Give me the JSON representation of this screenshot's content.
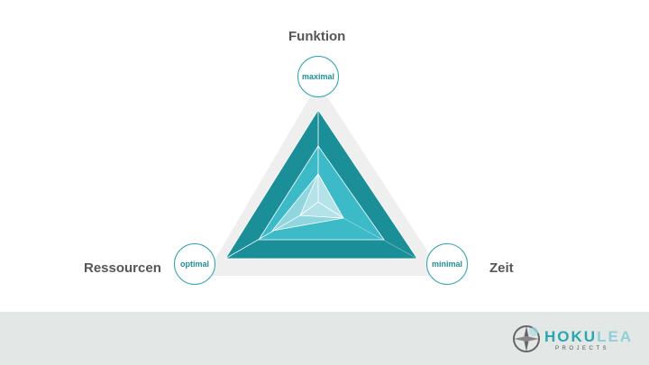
{
  "axes": {
    "top": "Funktion",
    "left": "Ressourcen",
    "right": "Zeit"
  },
  "markers": {
    "top": "maximal",
    "left": "optimal",
    "right": "minimal"
  },
  "logo": {
    "name_dark": "HOKU",
    "name_light": "LEA",
    "sub": "PROJECTS"
  },
  "colors": {
    "dark": "#1a8f98",
    "medium": "#3dbac8",
    "light": "#8fd6df",
    "background_triangle": "#efefef",
    "footer": "#e3e7e5"
  }
}
